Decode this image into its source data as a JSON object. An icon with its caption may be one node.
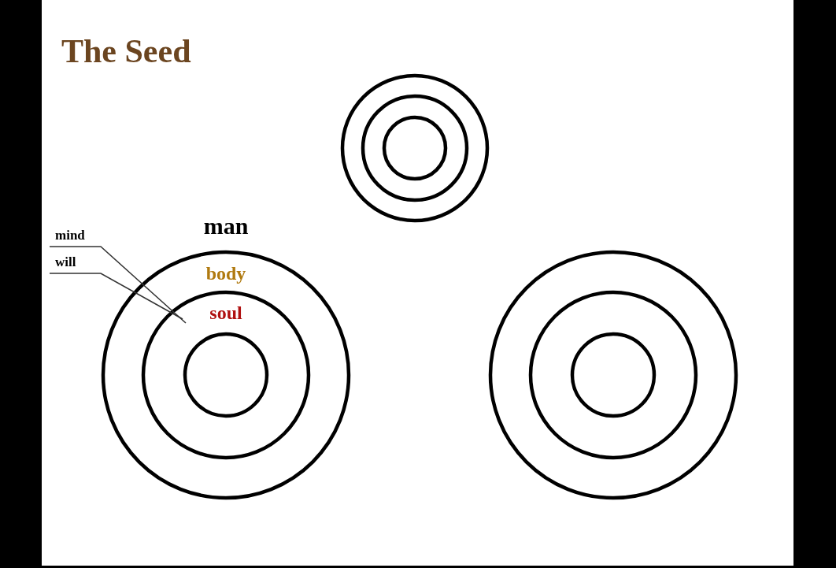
{
  "diagram": {
    "title": "The Seed",
    "nodes": [
      {
        "text": [],
        "shape": "circle"
      },
      {
        "text": [],
        "shape": "circle",
        "in": 0
      },
      {
        "text": [],
        "shape": "circle",
        "in": 1
      },
      {
        "text": [
          "mind"
        ]
      },
      {
        "text": [
          "will"
        ]
      },
      {
        "text": [
          "man",
          "body"
        ]
      },
      {
        "text": [
          "soul"
        ],
        "in": 5
      },
      {
        "text": [],
        "shape": "circle",
        "in": 6
      },
      {
        "text": [],
        "shape": "circle"
      },
      {
        "text": [],
        "shape": "circle",
        "in": 8
      },
      {
        "text": [],
        "shape": "circle",
        "in": 9
      }
    ],
    "edges": [
      {
        "from": 3,
        "to": 6,
        "arrow": "none"
      },
      {
        "from": 4,
        "to": 6,
        "arrow": "none"
      }
    ]
  }
}
